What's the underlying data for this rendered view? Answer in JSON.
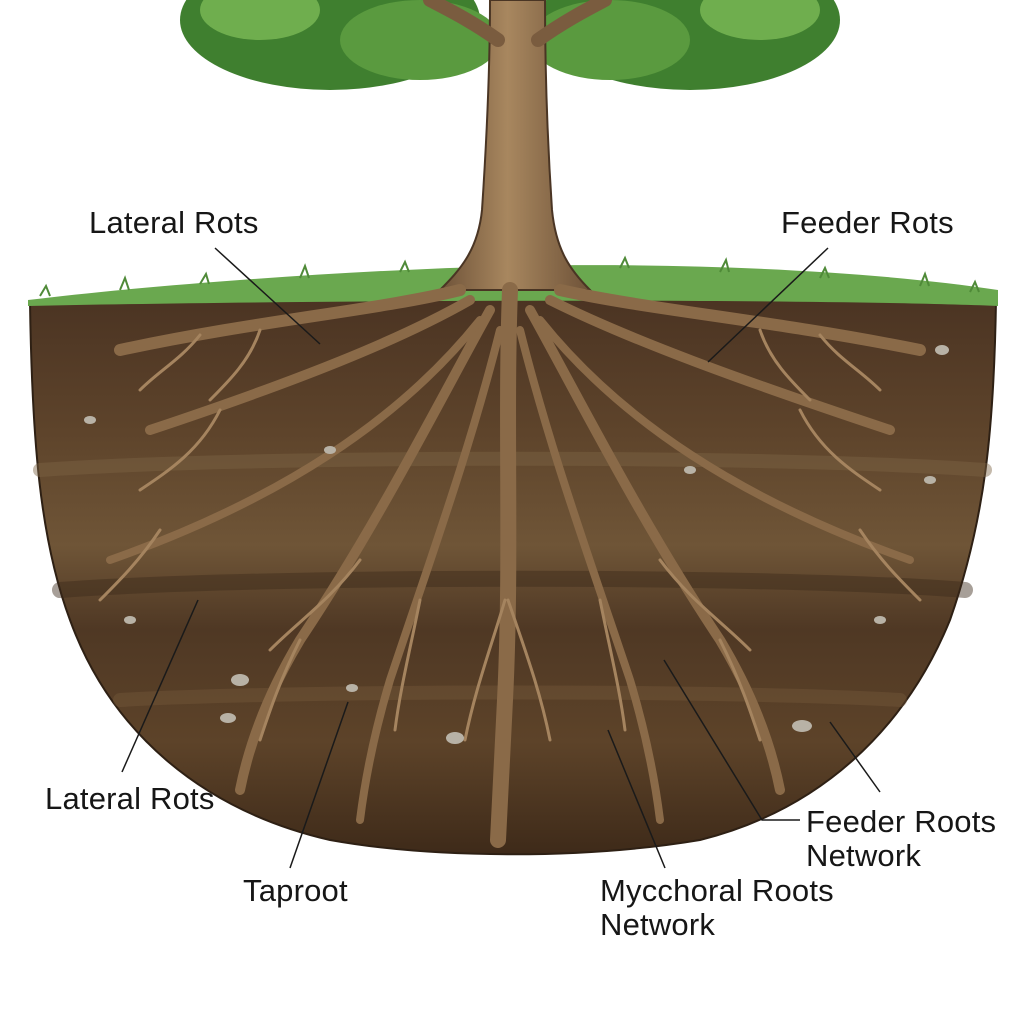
{
  "diagram": {
    "colors": {
      "background": "#ffffff",
      "soil_dark": "#3f2a1a",
      "soil_mid": "#5b4128",
      "soil_light": "#7a5f3f",
      "grass": "#6aa84f",
      "root": "#8a6a48",
      "root_highlight": "#b8966c",
      "leaves": "#3f7f2f",
      "trunk": "#8a6c4c",
      "leader_line": "#1a1a1a"
    },
    "labels": {
      "lateral_roots_top": "Lateral Rots",
      "feeder_roots_top": "Feeder Rots",
      "lateral_roots_bottom": "Lateral Rots",
      "taproot": "Taproot",
      "mycorrhizal_line1": "Mycchoral Roots",
      "mycorrhizal_line2": "Network",
      "feeder_network_line1": "Feeder Roots",
      "feeder_network_line2": "Network"
    }
  }
}
